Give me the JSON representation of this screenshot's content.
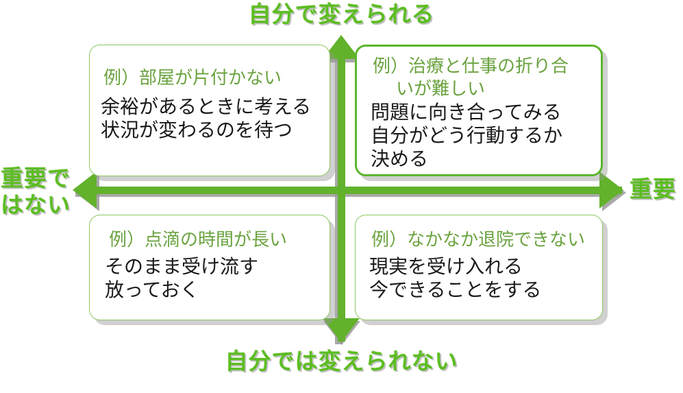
{
  "diagram": {
    "title_implicit": "",
    "axes": {
      "top_label": "自分で変えられる",
      "bottom_label": "自分では変えられない",
      "left_label": "重要で\nはない",
      "right_label": "重要",
      "axis_color": "#62b22c",
      "label_color": "#5bbd21",
      "shadow_color": "#9a9a9a"
    },
    "quadrants": {
      "top_left": {
        "header": "例）部屋が片付かない",
        "body": "余裕があるときに考える\n状況が変わるのを待つ",
        "border_color": "#8dc662",
        "header_color": "#6ba340"
      },
      "top_right": {
        "header_line1": "例）治療と仕事の折り合",
        "header_line2": "いが難しい",
        "body": "問題に向き合ってみる\n自分がどう行動するか\n決める",
        "border_color": "#5cb62d",
        "header_color": "#6ba340"
      },
      "bottom_left": {
        "header": "例）点滴の時間が長い",
        "body": "そのまま受け流す\n放っておく",
        "border_color": "#8dc662",
        "header_color": "#6ba340"
      },
      "bottom_right": {
        "header": "例）なかなか退院できない",
        "body": "現実を受け入れる\n今できることをする",
        "border_color": "#8dc662",
        "header_color": "#6ba340"
      }
    }
  }
}
